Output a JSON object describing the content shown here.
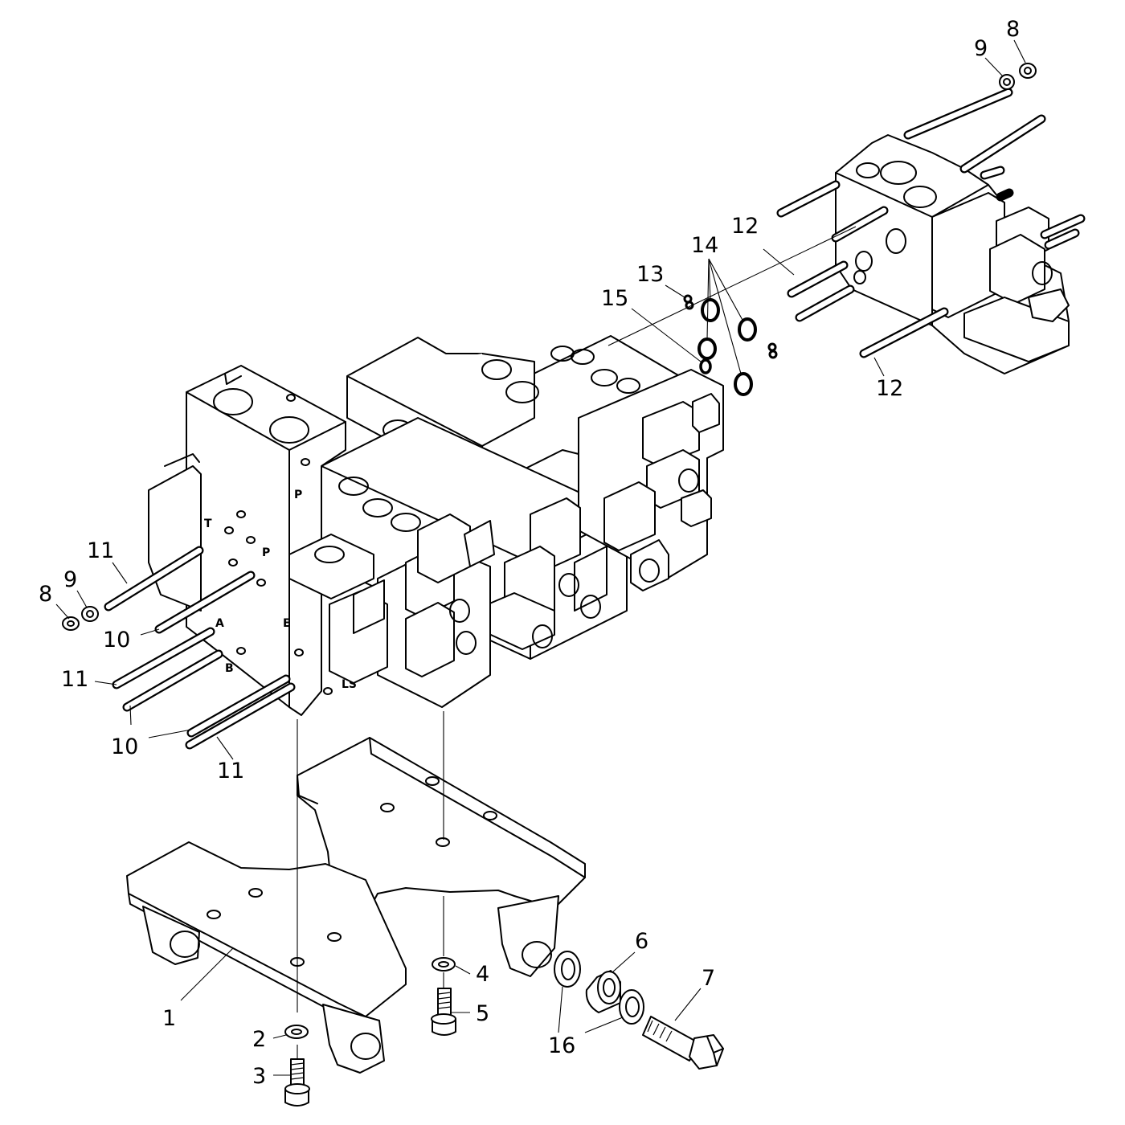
{
  "callouts": [
    {
      "id": "c1",
      "text": "1"
    },
    {
      "id": "c2",
      "text": "2"
    },
    {
      "id": "c3",
      "text": "3"
    },
    {
      "id": "c4",
      "text": "4"
    },
    {
      "id": "c5",
      "text": "5"
    },
    {
      "id": "c6",
      "text": "6"
    },
    {
      "id": "c7",
      "text": "7"
    },
    {
      "id": "c8a",
      "text": "8"
    },
    {
      "id": "c8b",
      "text": "8"
    },
    {
      "id": "c9a",
      "text": "9"
    },
    {
      "id": "c9b",
      "text": "9"
    },
    {
      "id": "c10a",
      "text": "10"
    },
    {
      "id": "c10b",
      "text": "10"
    },
    {
      "id": "c11a",
      "text": "11"
    },
    {
      "id": "c11b",
      "text": "11"
    },
    {
      "id": "c11c",
      "text": "11"
    },
    {
      "id": "c12a",
      "text": "12"
    },
    {
      "id": "c12b",
      "text": "12"
    },
    {
      "id": "c13",
      "text": "13"
    },
    {
      "id": "c14",
      "text": "14"
    },
    {
      "id": "c15",
      "text": "15"
    },
    {
      "id": "c16",
      "text": "16"
    }
  ],
  "port_markings": {
    "t": "T",
    "p": "P",
    "p2": "P",
    "e": "E",
    "a": "A",
    "b": "B",
    "ls": "LS"
  }
}
